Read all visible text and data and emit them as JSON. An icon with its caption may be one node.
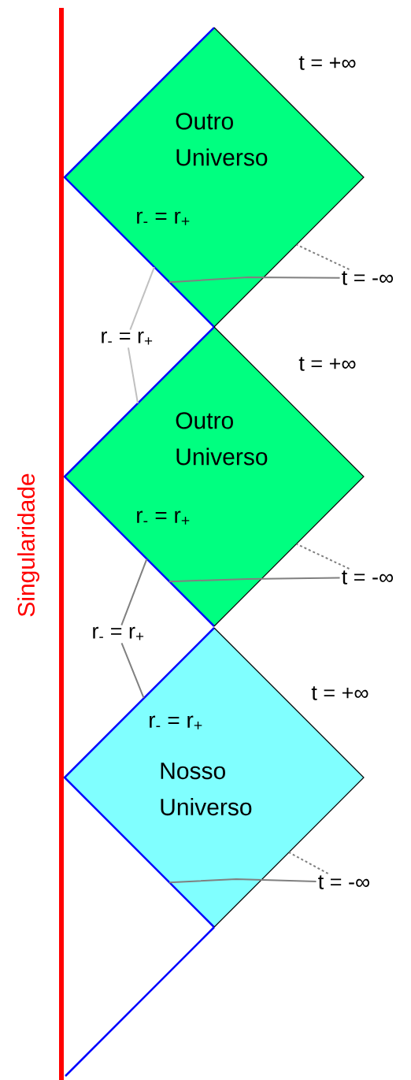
{
  "diagram": {
    "nodes": [
      {
        "text": [
          "Outro Universo",
          "r$_{-}$ = r$_{+}$"
        ]
      },
      {
        "text": [
          "Outro Universo",
          "r$_{-}$ = r$_{+}$"
        ]
      },
      {
        "text": [
          "r$_{-}$ = r$_{+}$",
          "Nosso Universo"
        ]
      },
      {
        "text": [
          "t = -∞"
        ]
      },
      {
        "text": [
          "r$_{-}$ = r$_{+}$"
        ]
      },
      {
        "text": [
          "t = -∞"
        ]
      },
      {
        "text": [
          "r$_{-}$ = r$_{+}$"
        ]
      },
      {
        "text": [
          "t = -∞"
        ]
      }
    ],
    "edges": [
      {
        "from": 3,
        "to": 0,
        "arrow": "none"
      },
      {
        "from": 3,
        "to": 0,
        "arrow": "none",
        "style": "dashed"
      },
      {
        "from": 4,
        "to": 0,
        "arrow": "none",
        "color": "#c0c0c0"
      },
      {
        "from": 4,
        "to": 1,
        "arrow": "none",
        "color": "#c0c0c0"
      },
      {
        "from": 5,
        "to": 1,
        "arrow": "none"
      },
      {
        "from": 5,
        "to": 1,
        "arrow": "none",
        "style": "dashed"
      },
      {
        "from": 6,
        "to": 1,
        "arrow": "none"
      },
      {
        "from": 6,
        "to": 2,
        "arrow": "none"
      },
      {
        "from": 7,
        "to": 2,
        "arrow": "none"
      },
      {
        "from": 7,
        "to": 2,
        "arrow": "none",
        "style": "dashed"
      }
    ],
    "labels": [
      "t = +∞",
      "t = +∞",
      "t = +∞",
      "Singularidade"
    ]
  }
}
